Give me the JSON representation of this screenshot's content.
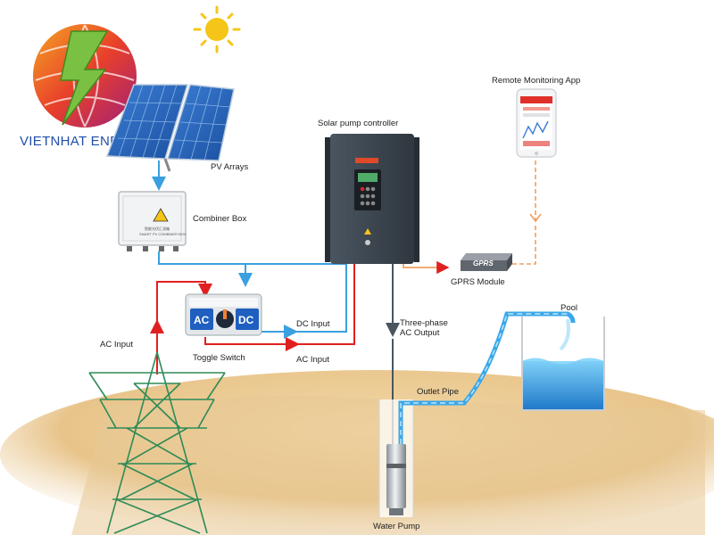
{
  "brand": {
    "name": "VIETNHAT ENERGY"
  },
  "labels": {
    "pv_arrays": "PV Arrays",
    "combiner_box": "Combiner Box",
    "combiner_plate_1": "智能光伏汇流箱",
    "combiner_plate_2": "SMART PV COMBINER BOX",
    "toggle_switch": "Toggle Switch",
    "toggle_ac": "AC",
    "toggle_dc": "DC",
    "ac_input_left": "AC Input",
    "dc_input": "DC Input",
    "ac_input_right": "AC Input",
    "controller": "Solar pump controller",
    "three_phase_1": "Three-phase",
    "three_phase_2": "AC Output",
    "remote_app": "Remote Monitoring App",
    "gprs_device": "GPRS",
    "gprs_module": "GPRS Module",
    "pool": "Pool",
    "outlet_pipe": "Outlet Pipe",
    "water_pump": "Water Pump"
  },
  "colors": {
    "dc_line": "#3aa0e0",
    "ac_line": "#e02020",
    "signal_line": "#f0a060",
    "controller": "#3d4650",
    "water": "#3aa8e8",
    "ground": "#e8c995",
    "pylon": "#2e8b57"
  }
}
